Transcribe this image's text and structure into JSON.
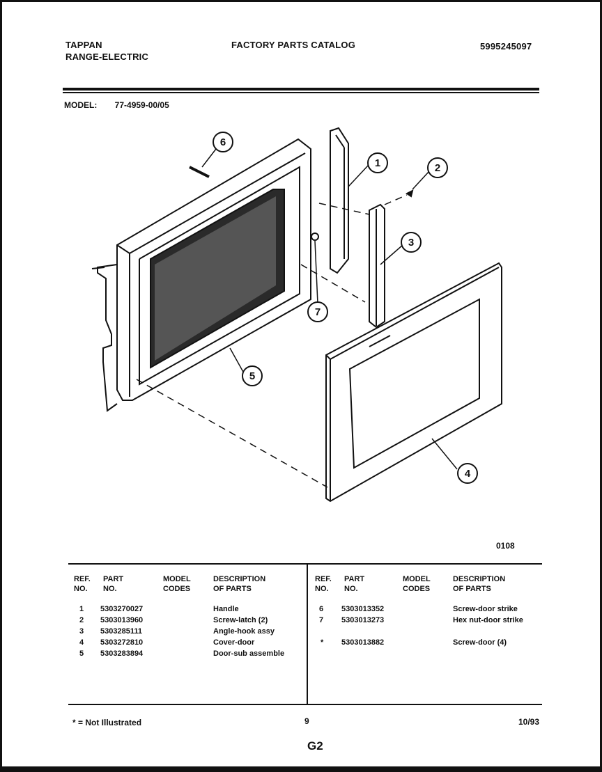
{
  "header": {
    "brand_line1": "TAPPAN",
    "brand_line2": "RANGE-ELECTRIC",
    "catalog_title": "FACTORY PARTS CATALOG",
    "catalog_number": "5995245097"
  },
  "model": {
    "label": "MODEL:",
    "value": "77-4959-00/05"
  },
  "diagram": {
    "drawing_number": "0108",
    "callouts": [
      "1",
      "2",
      "3",
      "4",
      "5",
      "6",
      "7"
    ]
  },
  "table": {
    "headers": {
      "ref": "REF.\nNO.",
      "part": "PART\nNO.",
      "codes": "MODEL\nCODES",
      "desc": "DESCRIPTION\nOF PARTS"
    },
    "left_rows": [
      {
        "ref": "1",
        "part": "5303270027",
        "desc": "Handle"
      },
      {
        "ref": "2",
        "part": "5303013960",
        "desc": "Screw-latch (2)"
      },
      {
        "ref": "3",
        "part": "5303285111",
        "desc": "Angle-hook assy"
      },
      {
        "ref": "4",
        "part": "5303272810",
        "desc": "Cover-door"
      },
      {
        "ref": "5",
        "part": "5303283894",
        "desc": "Door-sub assemble"
      }
    ],
    "right_rows": [
      {
        "ref": "6",
        "part": "5303013352",
        "desc": "Screw-door strike"
      },
      {
        "ref": "7",
        "part": "5303013273",
        "desc": "Hex nut-door strike"
      },
      {
        "ref": "*",
        "part": "5303013882",
        "desc": "Screw-door (4)"
      }
    ]
  },
  "footer": {
    "footnote": "* = Not Illustrated",
    "page": "9",
    "date": "10/93",
    "section": "G2"
  }
}
